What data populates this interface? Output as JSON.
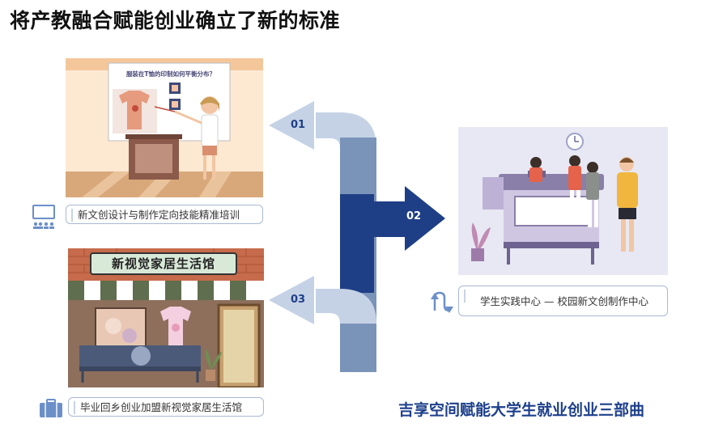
{
  "page": {
    "title": "将产教融合赋能创业确立了新的标准",
    "slogan": "吉享空间赋能大学生就业创业三部曲"
  },
  "steps": [
    {
      "number": "01",
      "caption": "新文创设计与制作定向技能精准培训",
      "icon": "monitor-audience-icon"
    },
    {
      "number": "02",
      "caption": "学生实践中心 — 校园新文创制作中心",
      "icon": "cycle-arrows-icon"
    },
    {
      "number": "03",
      "caption": "毕业回乡创业加盟新视觉家居生活馆",
      "icon": "briefcase-icon"
    }
  ],
  "illustrations": {
    "training_board_text": "服装在T恤的印制如何平衡分布？",
    "shop_sign": "新视觉家居生活馆"
  },
  "colors": {
    "title": "#111111",
    "slogan": "#1d3f8c",
    "arrow_light": "#c5d2e6",
    "arrow_mid": "#7a93b9",
    "arrow_dark": "#1e3f86",
    "caption_border": "#a9b8d2",
    "icon_blue": "#6b8fc9"
  }
}
